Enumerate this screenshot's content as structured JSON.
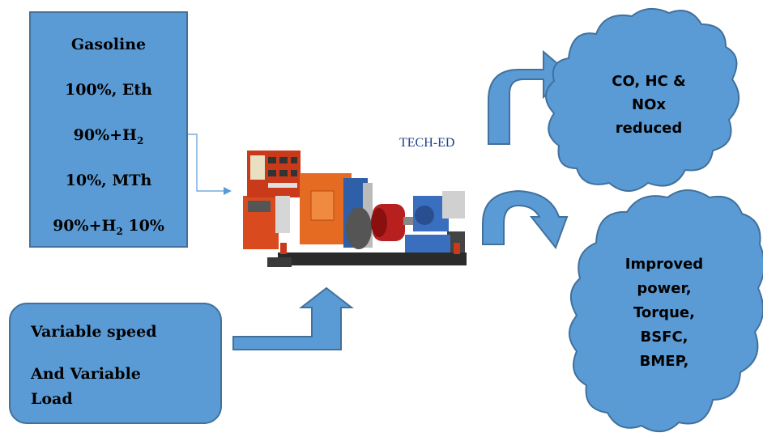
{
  "fuel_box": {
    "lines": [
      "Gasoline",
      "100%, Eth",
      "90%+H",
      "10%, MTh",
      "90%+H"
    ],
    "h2_sub": "2",
    "line5_suffix": " 10%"
  },
  "load_box": {
    "line1": "Variable speed",
    "line2": "And Variable",
    "line3": "Load"
  },
  "rig_label": "TECH-ED",
  "emissions_cloud": {
    "line1": "CO, HC &",
    "line2": "NOx",
    "line3": "reduced"
  },
  "performance_cloud": {
    "line1": "Improved",
    "line2": "power,",
    "line3": "Torque,",
    "line4": "BSFC,",
    "line5": "BMEP,"
  },
  "colors": {
    "shape_fill": "#5b9bd5",
    "shape_stroke": "#41719c",
    "label_color": "#1f3e8c"
  }
}
